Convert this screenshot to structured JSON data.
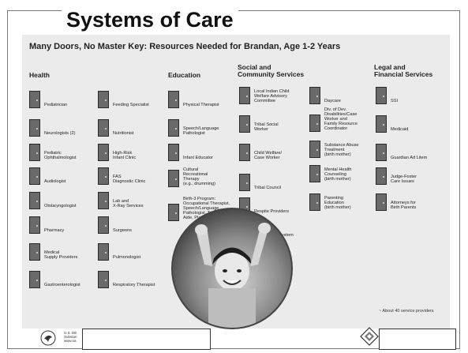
{
  "slide": {
    "title": "Systems of Care"
  },
  "poster": {
    "title": "Many Doors, No Master Key: Resources Needed for Brandan, Age 1-2 Years",
    "columns": [
      {
        "id": "health",
        "heading": "Health"
      },
      {
        "id": "education",
        "heading": "Education"
      },
      {
        "id": "social",
        "heading": "Social and\nCommunity Services"
      },
      {
        "id": "legal",
        "heading": "Legal and\nFinancial Services"
      }
    ],
    "services": {
      "health_a": [
        "Pediatrician",
        "Neurologists (2)",
        "Pediatric\nOphthalmologist",
        "Audiologist",
        "Otolaryngologist",
        "Pharmacy",
        "Medical\nSupply Providers",
        "Gastroenterologist"
      ],
      "health_b": [
        "Feeding Specialist",
        "Nutritionist",
        "High-Risk\nInfant Clinic",
        "FAS\nDiagnostic Clinic",
        "Lab and\nX-Ray Services",
        "Surgeons",
        "Pulmonologist",
        "Respiratory Therapist"
      ],
      "education": [
        "Physical Therapist",
        "Speech/Language\nPathologist",
        "Infant Educator",
        "Cultural\nRecreational\nTherapy\n(e.g., drumming)",
        "Birth-3 Program:\nOccupational Therapist,\nSpeech/Language\nPathologist, Teacher,\nAide, Play Therapist"
      ],
      "social_a": [
        "Local Indian Child\nWelfare Advisory\nCommittee",
        "Tribal Social\nWorker",
        "Child Welfare/\nCase Worker",
        "Tribal Council",
        "Respite Providers",
        "Foster Care System"
      ],
      "social_b": [
        "Daycare",
        "Div. of Dev.\nDisabilities/Case\nWorker and\nFamily Resource\nCoordinator",
        "Substance Abuse\nTreatment\n(birth mother)",
        "Mental Health\nCounseling\n(birth mother)",
        "Parenting\nEducation\n(birth mother)"
      ],
      "legal": [
        "SSI",
        "Medicaid",
        "Guardian Ad Litem",
        "Judge-Foster\nCare Issues",
        "Attorneys for\nBirth Parents"
      ]
    },
    "note": "~ About 40 service providers"
  },
  "footer": {
    "agency_text": "U.S. DE\nSubstan\nwww.sa"
  },
  "colors": {
    "door": "#6a6a6a",
    "poster_bg": "#ebebeb"
  }
}
